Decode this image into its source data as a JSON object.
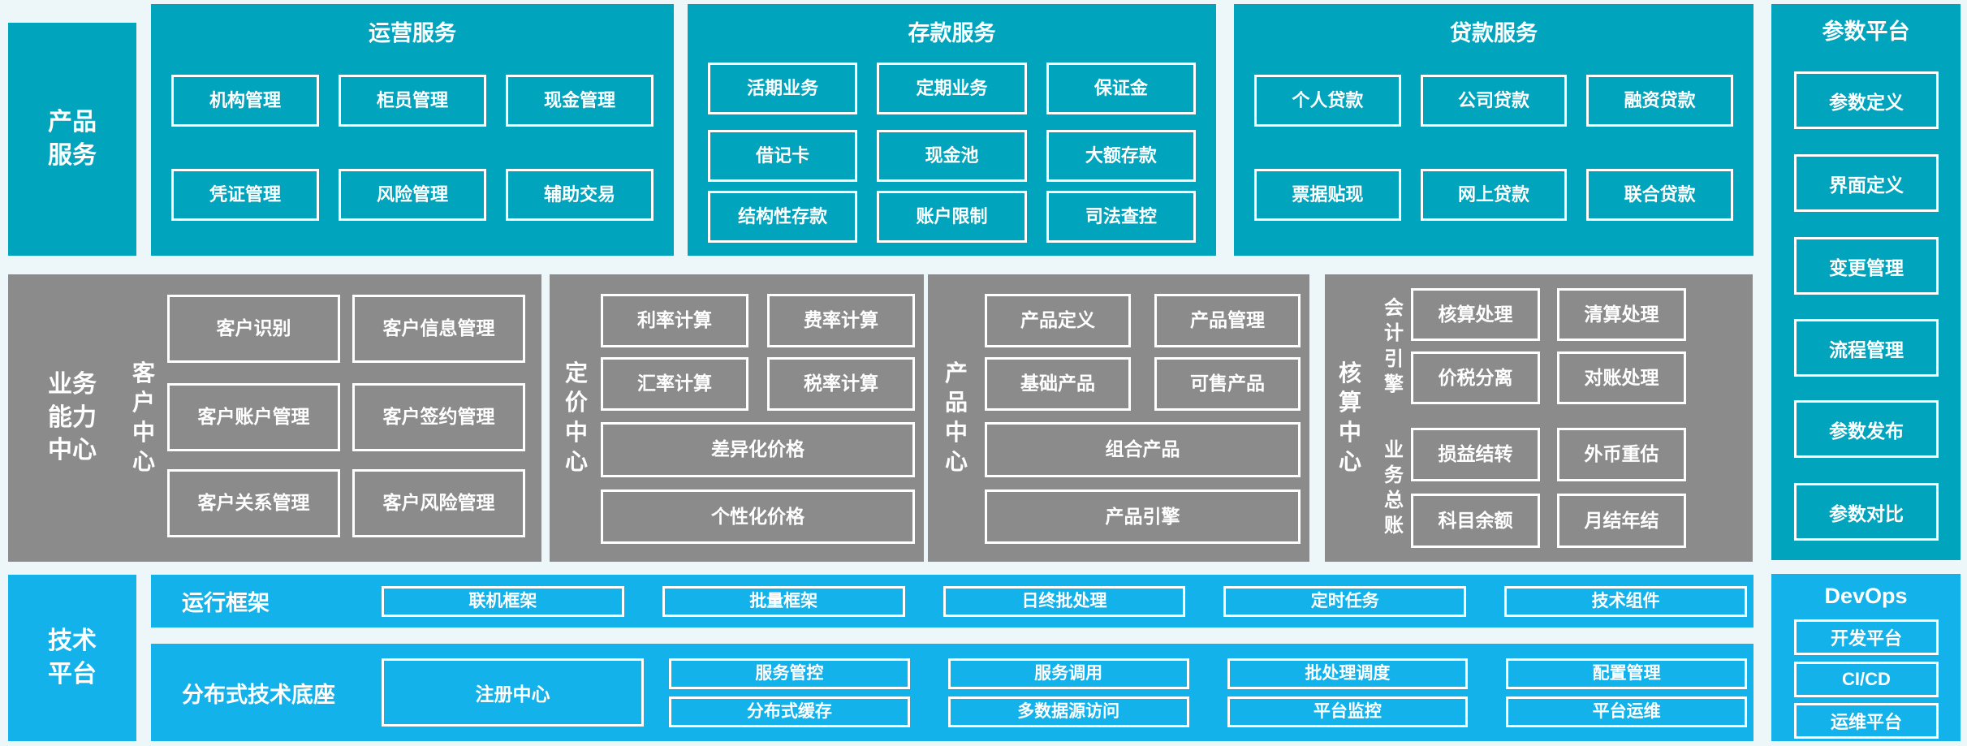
{
  "colors": {
    "teal": "#00a4bd",
    "gray": "#8b8b8b",
    "blue": "#14b2ea",
    "background": "#edf6f9"
  },
  "product_services": {
    "label": "产品服务"
  },
  "operation_services": {
    "title": "运营服务",
    "items": [
      "机构管理",
      "柜员管理",
      "现金管理",
      "凭证管理",
      "风险管理",
      "辅助交易"
    ]
  },
  "deposit_services": {
    "title": "存款服务",
    "items": [
      "活期业务",
      "定期业务",
      "保证金",
      "借记卡",
      "现金池",
      "大额存款",
      "结构性存款",
      "账户限制",
      "司法查控"
    ]
  },
  "loan_services": {
    "title": "贷款服务",
    "items": [
      "个人贷款",
      "公司贷款",
      "融资贷款",
      "票据贴现",
      "网上贷款",
      "联合贷款"
    ]
  },
  "parameter_platform": {
    "title": "参数平台",
    "items": [
      "参数定义",
      "界面定义",
      "变更管理",
      "流程管理",
      "参数发布",
      "参数对比"
    ]
  },
  "business_capability": {
    "label": "业务能力中心"
  },
  "customer_center": {
    "title": "客户中心",
    "items": [
      "客户识别",
      "客户信息管理",
      "客户账户管理",
      "客户签约管理",
      "客户关系管理",
      "客户风险管理"
    ]
  },
  "pricing_center": {
    "title": "定价中心",
    "items": [
      "利率计算",
      "费率计算",
      "汇率计算",
      "税率计算"
    ],
    "wide_items": [
      "差异化价格",
      "个性化价格"
    ]
  },
  "product_center": {
    "title": "产品中心",
    "items": [
      "产品定义",
      "产品管理",
      "基础产品",
      "可售产品"
    ],
    "wide_items": [
      "组合产品",
      "产品引擎"
    ]
  },
  "accounting_center": {
    "title": "核算中心",
    "groups": [
      {
        "label": "会计引擎",
        "items": [
          "核算处理",
          "清算处理",
          "价税分离",
          "对账处理"
        ]
      },
      {
        "label": "业务总账",
        "items": [
          "损益结转",
          "外币重估",
          "科目余额",
          "月结年结"
        ]
      }
    ]
  },
  "tech_platform": {
    "label": "技术平台"
  },
  "runtime_framework": {
    "label": "运行框架",
    "items": [
      "联机框架",
      "批量框架",
      "日终批处理",
      "定时任务",
      "技术组件"
    ]
  },
  "distributed_base": {
    "label": "分布式技术底座",
    "registry": "注册中心",
    "items": [
      "服务管控",
      "服务调用",
      "批处理调度",
      "配置管理",
      "分布式缓存",
      "多数据源访问",
      "平台监控",
      "平台运维"
    ]
  },
  "devops": {
    "title": "DevOps",
    "items": [
      "开发平台",
      "CI/CD",
      "运维平台"
    ]
  }
}
